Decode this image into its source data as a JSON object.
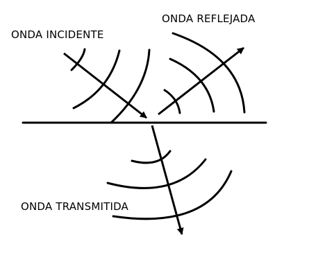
{
  "labels": {
    "incident": "ONDA INCIDENTE",
    "reflected": "ONDA REFLEJADA",
    "transmitted": "ONDA TRANSMITIDA"
  },
  "colors": {
    "ink": "#000000",
    "background": "#ffffff"
  }
}
